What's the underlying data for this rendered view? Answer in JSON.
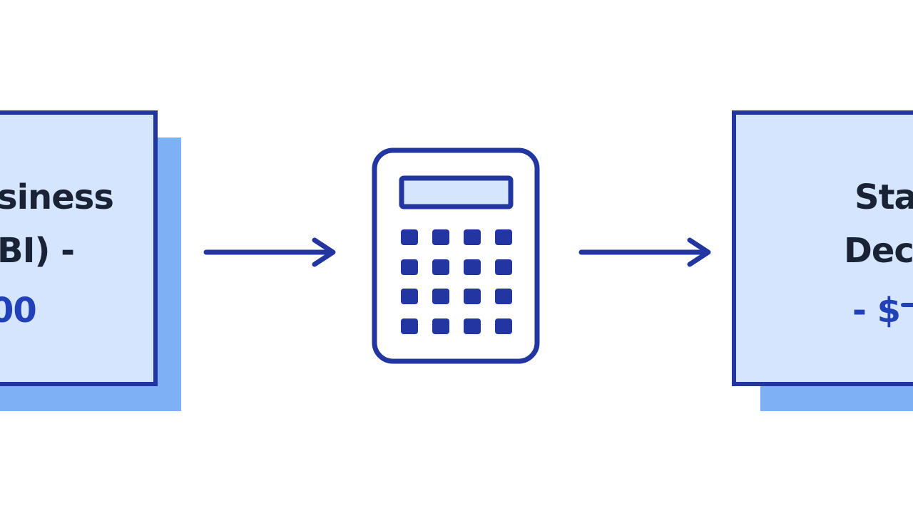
{
  "diagram": {
    "left_box": {
      "line1": "siness",
      "line2": "BI) -",
      "line3": "00"
    },
    "right_box": {
      "line1": "Sta",
      "line2": "Dec",
      "line3": "- $"
    },
    "colors": {
      "stroke": "#2235a0",
      "card_fill": "#d4e5fd",
      "card_shadow": "#7eb0f5",
      "text": "#1a2236",
      "accent_text": "#2240b8",
      "background": "#ffffff"
    },
    "icons": {
      "center": "calculator-icon",
      "connector": "arrow-right-icon"
    }
  }
}
